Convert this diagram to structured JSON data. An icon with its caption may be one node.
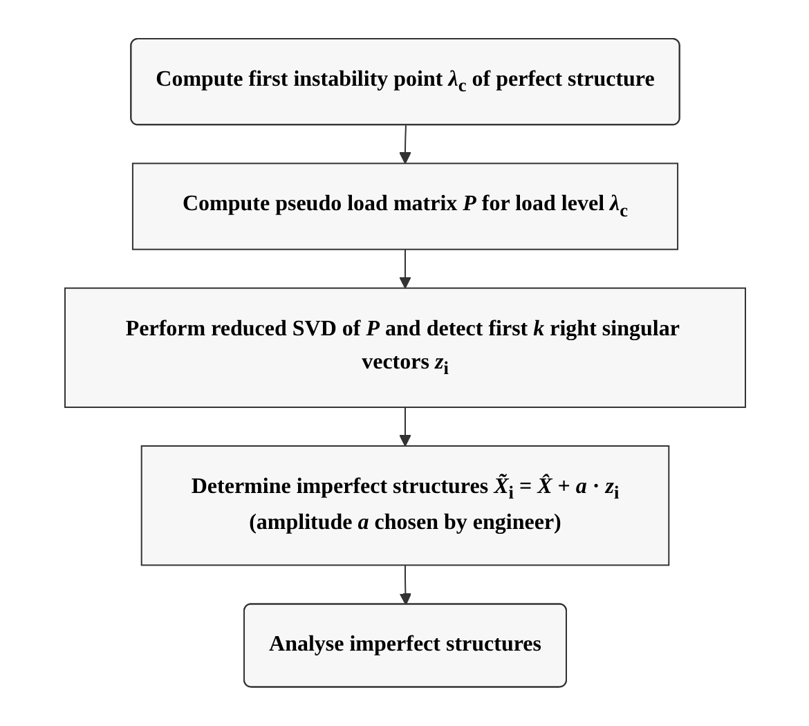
{
  "diagram": {
    "nodes": [
      {
        "text": [
          "Compute first instability point *λ*$_{c}$ of perfect structure"
        ]
      },
      {
        "text": [
          "Compute pseudo load matrix *P* for load level *λ*$_{c}$"
        ]
      },
      {
        "text": [
          "Perform reduced SVD of *P* and detect first *k* right singular vectors *z*$_{i}$"
        ]
      },
      {
        "text": [
          "Determine imperfect structures *X̃*$_{i}$ = *X̂* + *a* · *z*$_{i}$",
          "(amplitude *a* chosen by engineer)"
        ]
      },
      {
        "text": [
          "Analyse imperfect structures"
        ]
      }
    ],
    "edges": [
      {
        "from": 0,
        "to": 1,
        "arrow": "to"
      },
      {
        "from": 1,
        "to": 2,
        "arrow": "to"
      },
      {
        "from": 2,
        "to": 3,
        "arrow": "to"
      },
      {
        "from": 3,
        "to": 4,
        "arrow": "to"
      }
    ]
  }
}
